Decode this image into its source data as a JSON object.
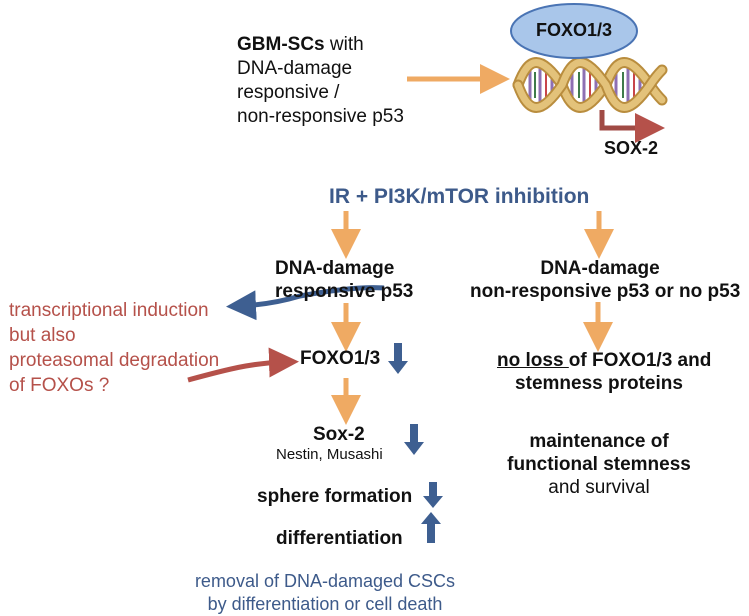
{
  "colors": {
    "arrow_orange": "#efaa63",
    "arrow_blue": "#3e5f91",
    "arrow_red": "#b5514a",
    "text_red": "#b5514a",
    "text_blue": "#3d5a8a",
    "bubble_fill": "#a9c6ea",
    "dna_strand": "#d8b25e",
    "dna_rungs": "#8e6fb3"
  },
  "top": {
    "cells_bold": "GBM-SCs",
    "cells_rest": " with",
    "cells_line2": "DNA-damage",
    "cells_line3": "responsive /",
    "cells_line4": "non-responsive p53",
    "foxo_bubble": "FOXO1/3",
    "sox2_label": "SOX-2"
  },
  "treatment": "IR + PI3K/mTOR inhibition",
  "left_branch": {
    "p53_line1": "DNA-damage",
    "p53_line2": "responsive p53",
    "foxo": "FOXO1/3",
    "sox2": "Sox-2",
    "nestin": "Nestin, Musashi",
    "sphere": "sphere formation",
    "differentiation": "differentiation"
  },
  "red_note": {
    "line1": "transcriptional induction",
    "line2": "but also",
    "line3": "proteasomal degradation",
    "line4": "of FOXOs ?"
  },
  "right_branch": {
    "p53_line1": "DNA-damage",
    "p53_line2": "non-responsive p53 or no p53",
    "noloss_underlined": "no loss ",
    "noloss_rest": "of FOXO1/3 and",
    "noloss_line2": "stemness proteins",
    "maint_line1": "maintenance of",
    "maint_line2": "functional stemness",
    "maint_line3": "and survival"
  },
  "outcome": {
    "line1": "removal of DNA-damaged CSCs",
    "line2": "by differentiation or cell death"
  }
}
